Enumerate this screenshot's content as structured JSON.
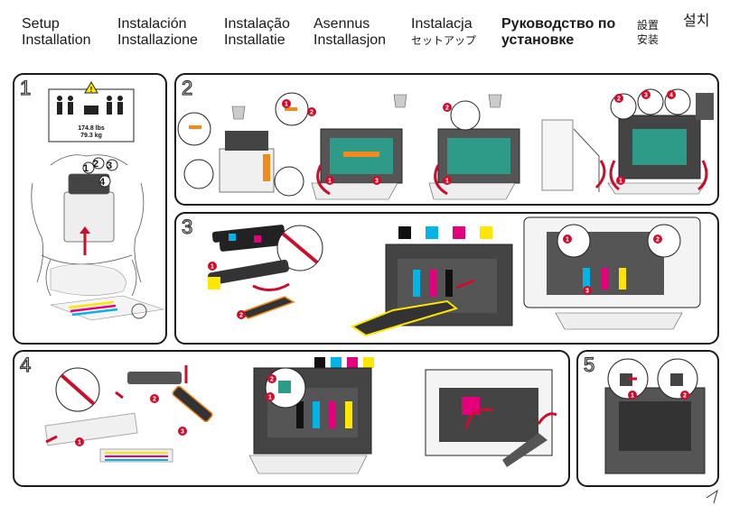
{
  "header": {
    "col1": [
      "Setup",
      "Installation"
    ],
    "col2": [
      "Instalación",
      "Installazione"
    ],
    "col3": [
      "Instalação",
      "Installatie"
    ],
    "col4": [
      "Asennus",
      "Installasjon"
    ],
    "col5": [
      "Instalacja",
      "セットアップ"
    ],
    "col6": [
      "Руководство по",
      "установке"
    ],
    "col7": [
      "設置",
      "安装"
    ],
    "col8": "설치"
  },
  "steps": [
    "1",
    "2",
    "3",
    "4",
    "5"
  ],
  "weight": {
    "lbs": "174.8 lbs",
    "kg": "79.3 kg"
  },
  "lift_people": [
    "1",
    "2",
    "3",
    "4"
  ],
  "badges": [
    "1",
    "2",
    "3",
    "4"
  ],
  "colors": {
    "accent": "#c8102e",
    "black": "#111111",
    "cyan": "#00b4e6",
    "magenta": "#e4007c",
    "yellow": "#ffe600",
    "orange": "#f08a1c"
  }
}
